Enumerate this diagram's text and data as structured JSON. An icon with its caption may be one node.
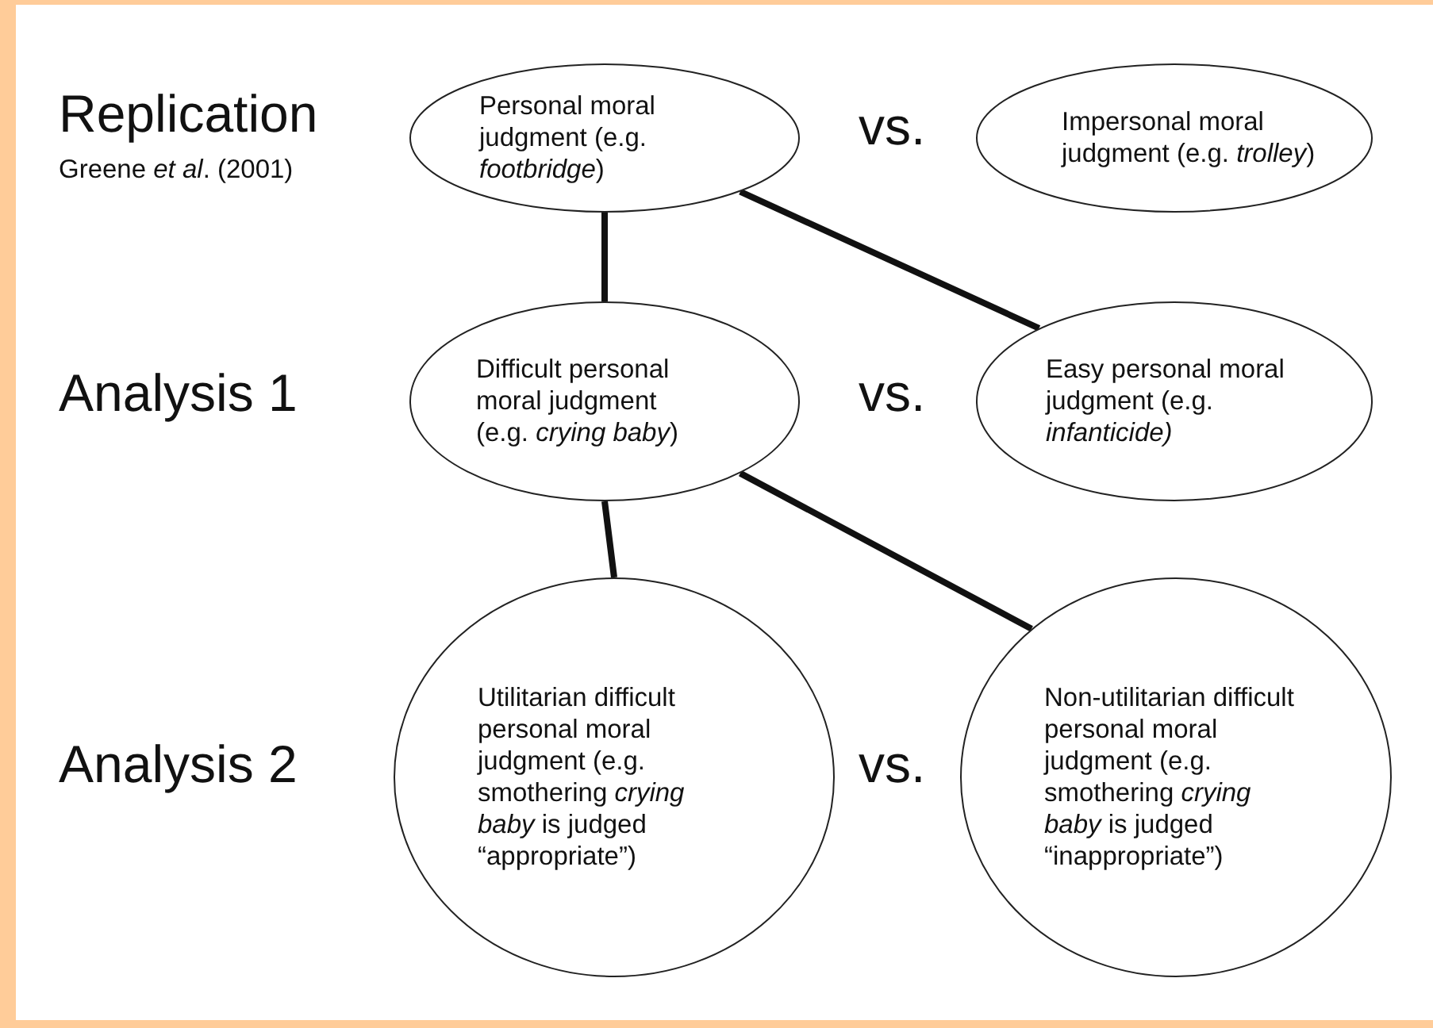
{
  "diagram": {
    "nodes": [
      {
        "text": [
          "Personal moral judgment (e.g. *footbridge*)"
        ]
      },
      {
        "text": [
          "Impersonal moral judgment (e.g. *trolley*)"
        ]
      },
      {
        "text": [
          "Difficult personal moral judgment (e.g. *crying baby*)"
        ]
      },
      {
        "text": [
          "Easy personal moral judgment (e.g. *infanticide)*"
        ]
      },
      {
        "text": [
          "Utilitarian difficult personal moral judgment (e.g. smothering *crying baby* is judged “appropriate”)"
        ]
      },
      {
        "text": [
          "Non-utilitarian difficult personal moral judgment (e.g. smothering *crying baby* is judged “inappropriate”)"
        ]
      }
    ],
    "edges": [
      {
        "from": 0,
        "to": 2,
        "arrow": "none"
      },
      {
        "from": 0,
        "to": 3,
        "arrow": "none"
      },
      {
        "from": 2,
        "to": 4,
        "arrow": "none"
      },
      {
        "from": 2,
        "to": 5,
        "arrow": "none"
      }
    ],
    "labels": [
      "Replication",
      "Greene *et al*. (2001)",
      "vs.",
      "Analysis 1",
      "vs.",
      "Analysis 2",
      "vs."
    ]
  }
}
